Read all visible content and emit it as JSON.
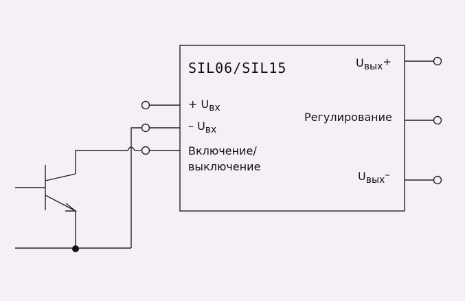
{
  "module": {
    "title": "SIL06/SIL15"
  },
  "inputs": {
    "plus_label": "+ U",
    "plus_sub": "вх",
    "minus_label": "– U",
    "minus_sub": "вх",
    "enable_line1": "Включение/",
    "enable_line2": "выключение"
  },
  "outputs": {
    "vout_plus_label": "U",
    "vout_plus_sub": "вых",
    "vout_plus_sign": "+",
    "trim_label": "Регулирование",
    "vout_minus_label": "U",
    "vout_minus_sub": "вых",
    "vout_minus_sign": "–"
  },
  "colors": {
    "background": "#f5f0f7",
    "stroke": "#222222",
    "text": "#111111"
  }
}
